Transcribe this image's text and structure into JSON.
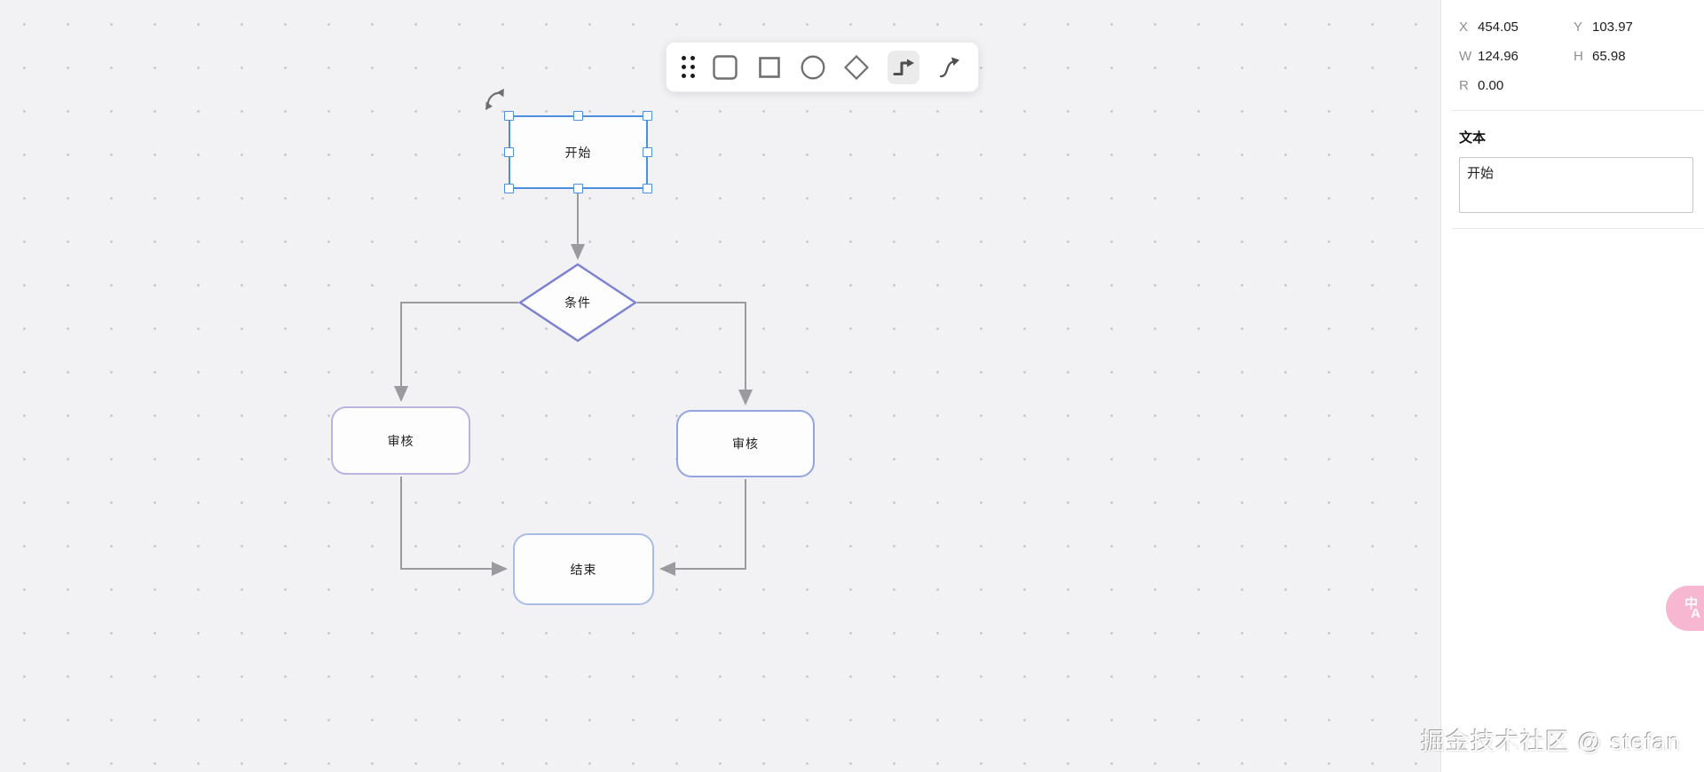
{
  "toolbar": {
    "tools": [
      {
        "name": "drag-handle"
      },
      {
        "name": "rounded-rectangle-tool"
      },
      {
        "name": "rectangle-tool"
      },
      {
        "name": "circle-tool"
      },
      {
        "name": "diamond-tool"
      },
      {
        "name": "elbow-connector-tool",
        "selected": true
      },
      {
        "name": "curved-arrow-tool"
      }
    ]
  },
  "canvas": {
    "nodes": [
      {
        "id": "start",
        "type": "rectangle",
        "label": "开始",
        "selected": true
      },
      {
        "id": "condition",
        "type": "diamond",
        "label": "条件"
      },
      {
        "id": "review-left",
        "type": "rounded-rectangle",
        "label": "审核"
      },
      {
        "id": "review-right",
        "type": "rounded-rectangle",
        "label": "审核"
      },
      {
        "id": "end",
        "type": "rounded-rectangle",
        "label": "结束"
      }
    ],
    "edges": [
      {
        "from": "start",
        "to": "condition"
      },
      {
        "from": "condition",
        "to": "review-left"
      },
      {
        "from": "condition",
        "to": "review-right"
      },
      {
        "from": "review-left",
        "to": "end"
      },
      {
        "from": "review-right",
        "to": "end"
      }
    ]
  },
  "inspector": {
    "fields": [
      {
        "label": "X",
        "value": "454.05"
      },
      {
        "label": "Y",
        "value": "103.97"
      },
      {
        "label": "W",
        "value": "124.96"
      },
      {
        "label": "H",
        "value": "65.98"
      },
      {
        "label": "R",
        "value": "0.00"
      }
    ],
    "text_section_title": "文本",
    "text_value": "开始"
  },
  "watermark": "掘金技术社区 @ stefan",
  "translate_button": {
    "top_char": "中",
    "bottom_char": "A"
  },
  "colors": {
    "selection_blue": "#4e8fdd",
    "diamond_border": "#7d82cf",
    "review_left_border": "#b9b4dd",
    "review_right_border": "#93a5e0",
    "end_border": "#a9bce4",
    "connector_gray": "#9b9b9f",
    "canvas_bg": "#f2f2f4",
    "translate_pink": "#f8b7d0"
  }
}
